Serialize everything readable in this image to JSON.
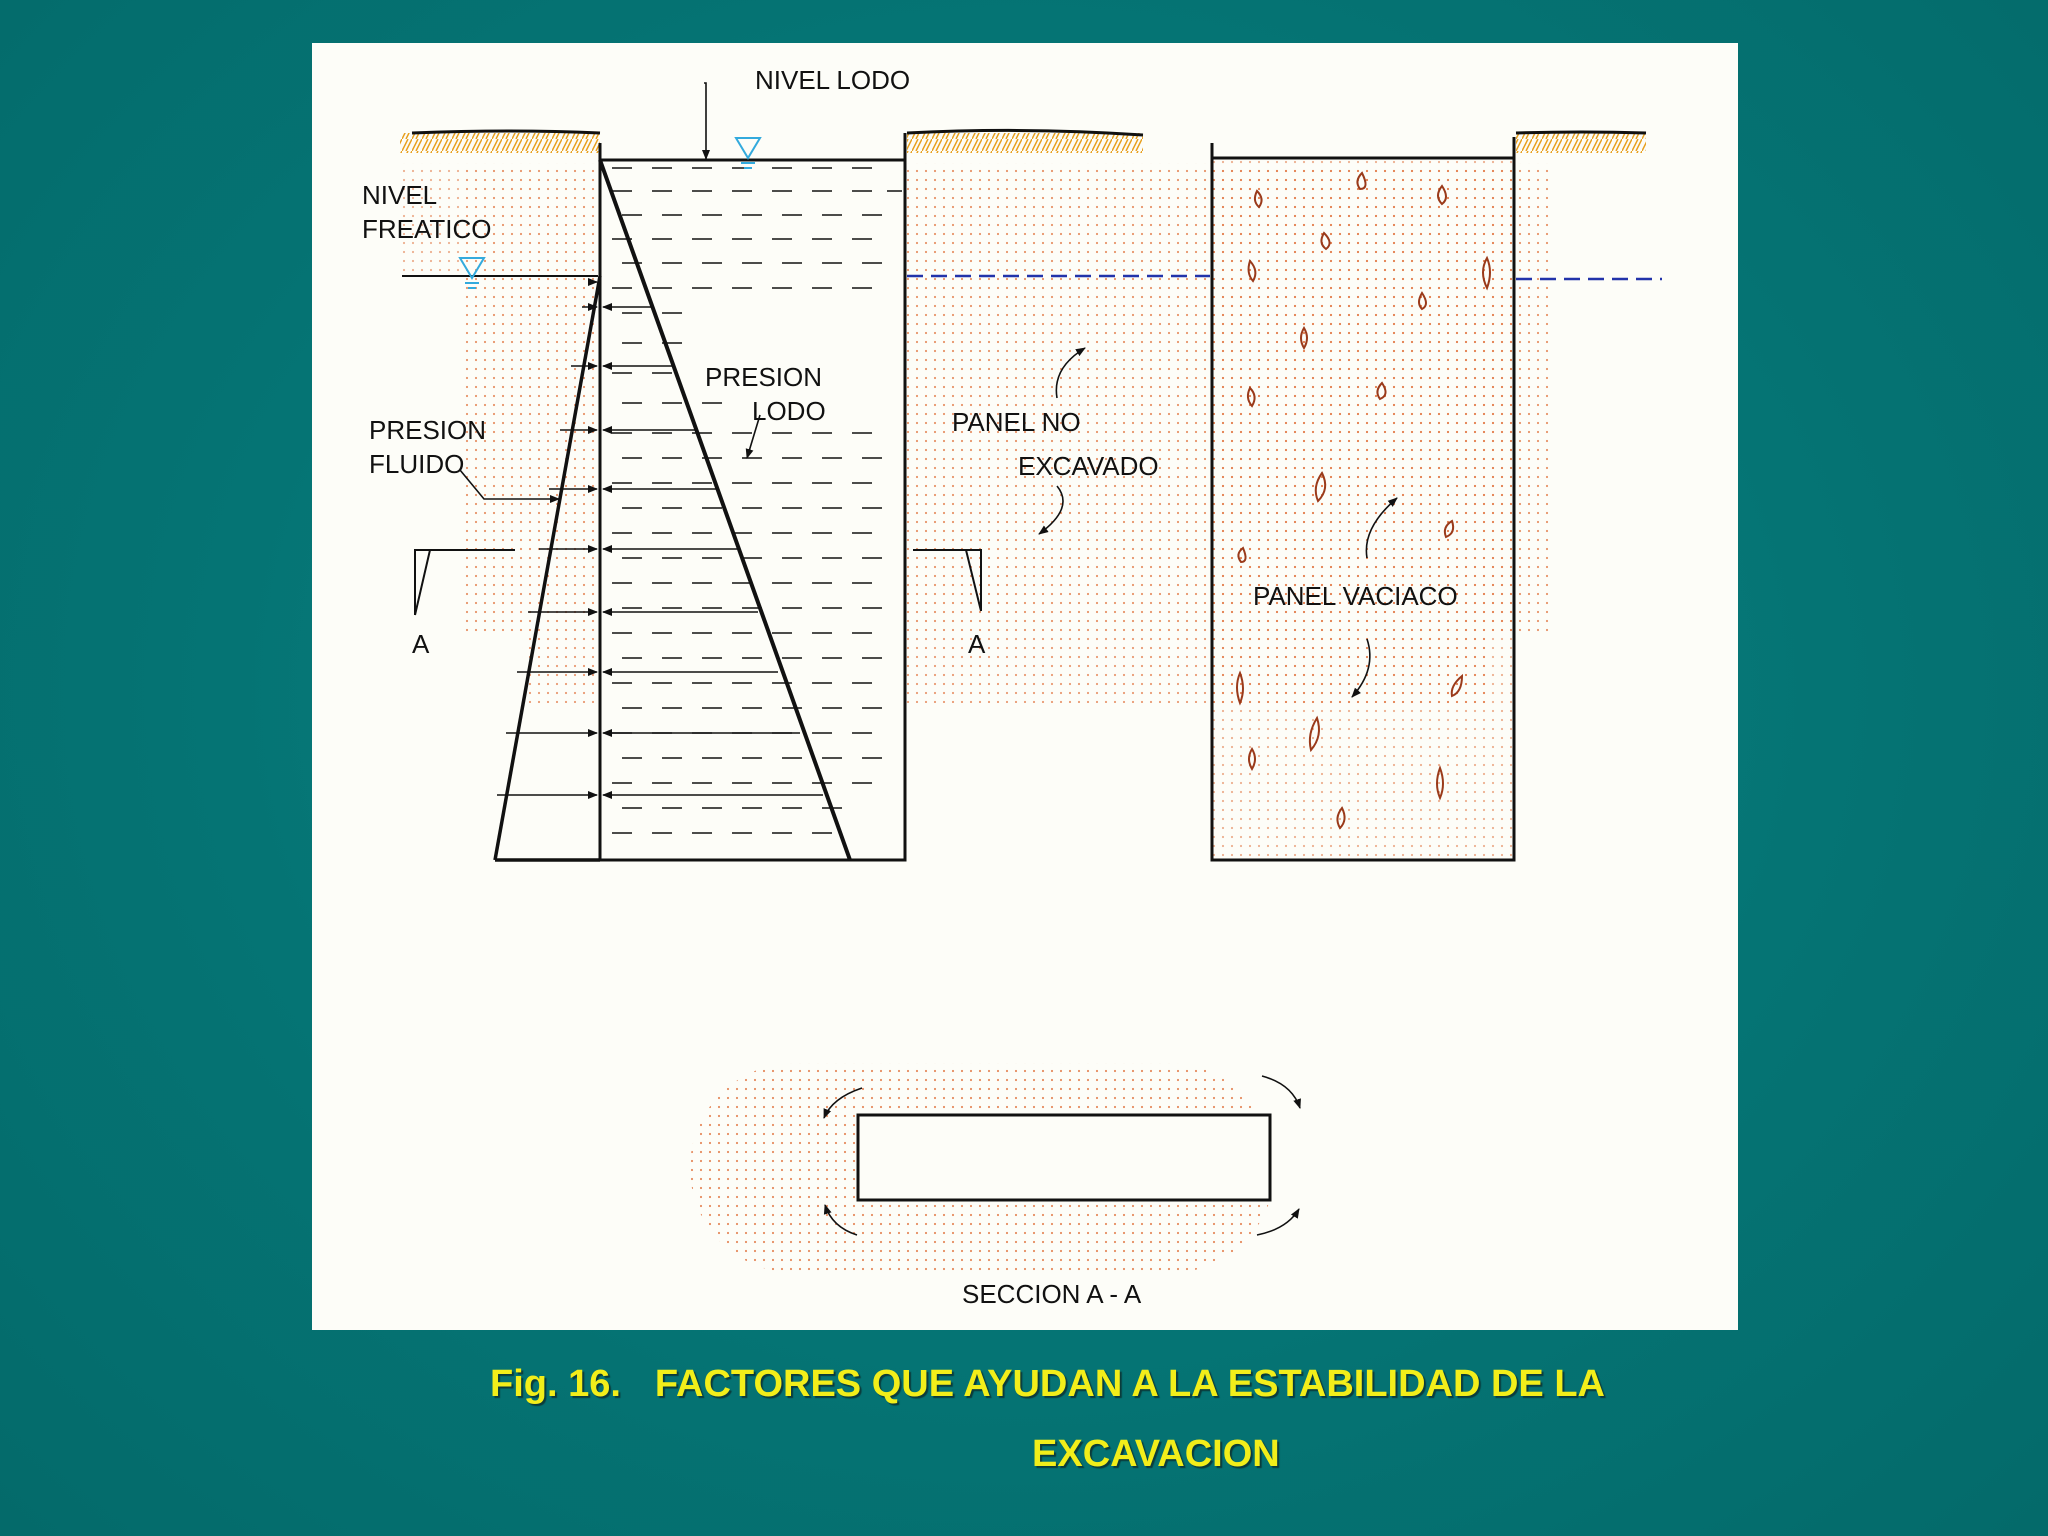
{
  "diagram": {
    "labels": {
      "nivel_lodo": "NIVEL LODO",
      "nivel_freatico_1": "NIVEL",
      "nivel_freatico_2": "FREATICO",
      "presion_lodo_1": "PRESION",
      "presion_lodo_2": "LODO",
      "presion_fluido_1": "PRESION",
      "presion_fluido_2": "FLUIDO",
      "panel_no_1": "PANEL NO",
      "panel_no_2": "EXCAVADO",
      "panel_vaciado": "PANEL VACIACO",
      "section_mark_left": "A",
      "section_mark_right": "A",
      "seccion": "SECCION A - A"
    },
    "colors": {
      "soil_dots": "#e0703a",
      "ground_hatch": "#e8a020",
      "water_table_line": "#2233aa",
      "water_symbol": "#33aadd",
      "aggregate": "#9a3a1a"
    }
  },
  "caption": {
    "fig_number": "Fig. 16.",
    "title_line1": "FACTORES QUE AYUDAN A LA ESTABILIDAD DE LA",
    "title_line2": "EXCAVACION"
  }
}
